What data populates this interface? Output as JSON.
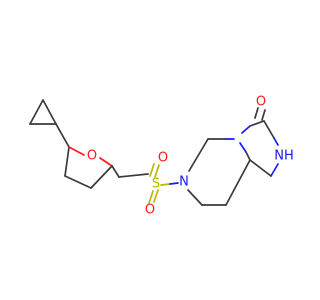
{
  "structure": {
    "atoms": {
      "ring_oxygen": "O",
      "sulfur": "S",
      "sulfonyl_oxygen_top": "O",
      "sulfonyl_oxygen_bottom": "O",
      "piperazine_nitrogen": "N",
      "carbonyl_oxygen": "O",
      "amide_nh": "NH"
    },
    "colors": {
      "bond": "#3a3a3a",
      "oxygen": "#ff1a1a",
      "nitrogen": "#1a1aff",
      "sulfur": "#b8b800",
      "background": "#ffffff"
    }
  }
}
